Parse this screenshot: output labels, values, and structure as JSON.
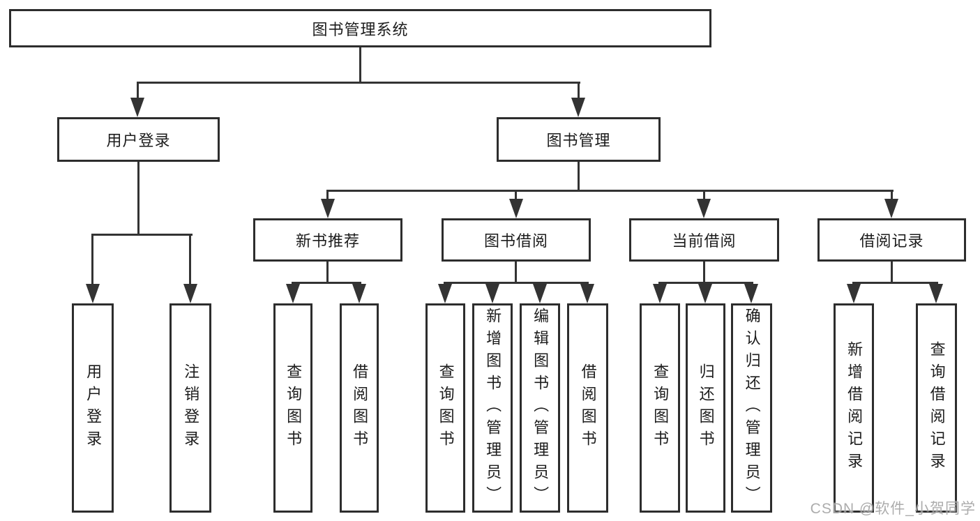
{
  "diagram": {
    "type": "hierarchy-tree",
    "colors": {
      "line": "#333333",
      "box_border": "#2d2d2d",
      "text": "#1c1c1c",
      "background": "#ffffff",
      "watermark": "#9e9e9e"
    },
    "tree": {
      "root": {
        "label": "图书管理系统"
      },
      "branches": [
        {
          "label": "用户登录",
          "children": [
            {
              "label": "用户登录"
            },
            {
              "label": "注销登录"
            }
          ]
        },
        {
          "label": "图书管理",
          "children": [
            {
              "label": "新书推荐",
              "children": [
                {
                  "label": "查询图书"
                },
                {
                  "label": "借阅图书"
                }
              ]
            },
            {
              "label": "图书借阅",
              "children": [
                {
                  "label": "查询图书"
                },
                {
                  "label": "新增图书（管理员）"
                },
                {
                  "label": "编辑图书（管理员）"
                },
                {
                  "label": "借阅图书"
                }
              ]
            },
            {
              "label": "当前借阅",
              "children": [
                {
                  "label": "查询图书"
                },
                {
                  "label": "归还图书"
                },
                {
                  "label": "确认归还（管理员）"
                }
              ]
            },
            {
              "label": "借阅记录",
              "children": [
                {
                  "label": "新增借阅记录"
                },
                {
                  "label": "查询借阅记录"
                }
              ]
            }
          ]
        }
      ]
    }
  },
  "watermark": {
    "text": "CSDN @软件_小贺同学"
  }
}
